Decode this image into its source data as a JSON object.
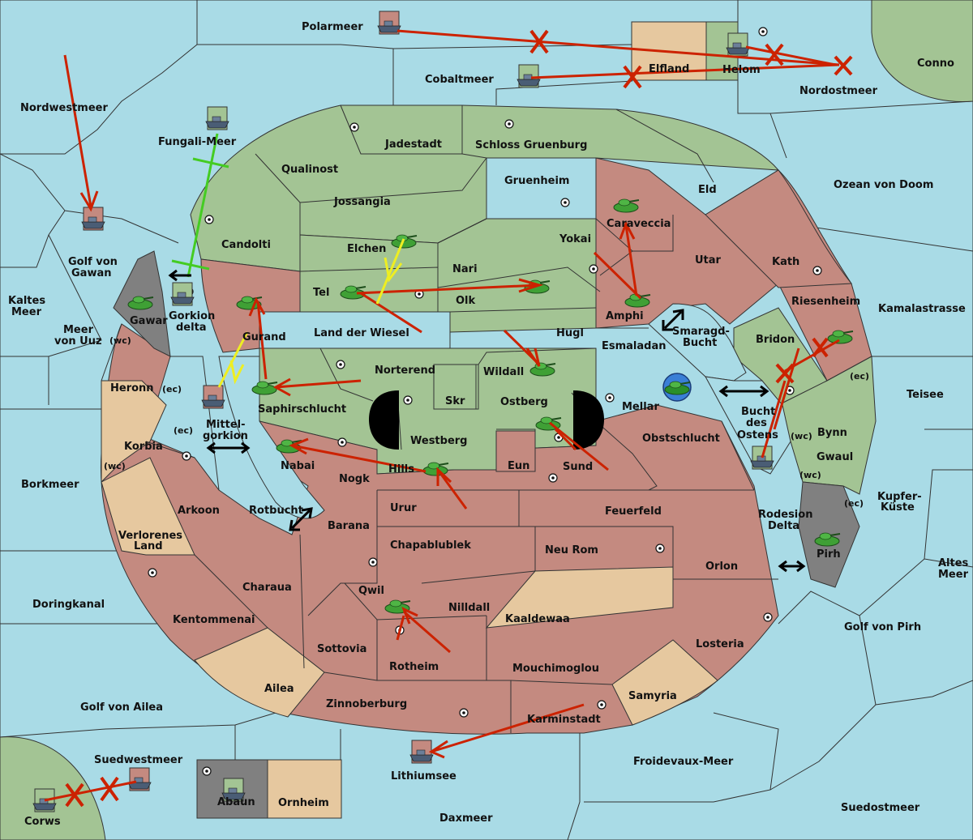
{
  "colors": {
    "sea": "#a9dbe6",
    "green_power": "#a3c494",
    "red_power": "#c48a80",
    "neutral": "#e6c89f",
    "impassable": "#808080",
    "order_move": "#cc2200",
    "order_support_green": "#44cc22",
    "order_support_yellow": "#eeee22"
  },
  "provinces": {
    "polarmeer": "Polarmeer",
    "cobaltmeer": "Cobaltmeer",
    "elfland": "Elfland",
    "helom": "Helom",
    "nordostmeer": "Nordostmeer",
    "conno": "Conno",
    "nordwestmeer": "Nordwestmeer",
    "fungali_meer": "Fungali-Meer",
    "jadestadt": "Jadestadt",
    "schloss_gruenburg": "Schloss Gruenburg",
    "qualinost": "Qualinost",
    "gruenheim": "Gruenheim",
    "eld": "Eld",
    "ozean_von_doom": "Ozean von Doom",
    "jossangia": "Jossangia",
    "caraveccia": "Caraveccia",
    "candolti": "Candolti",
    "elchen": "Elchen",
    "yokai": "Yokai",
    "utar": "Utar",
    "kath": "Kath",
    "golf_von_gawan_1": "Golf von",
    "golf_von_gawan_2": "Gawan",
    "nari": "Nari",
    "tel": "Tel",
    "olk": "Olk",
    "riesenheim": "Riesenheim",
    "kamalastrasse": "Kamalastrasse",
    "kaltes_meer_1": "Kaltes",
    "kaltes_meer_2": "Meer",
    "gawar": "Gawar",
    "gorkion_delta_1": "Gorkion",
    "gorkion_delta_2": "delta",
    "amphi": "Amphi",
    "meer_von_uuz_1": "Meer",
    "meer_von_uuz_2": "von Uuz",
    "gurand": "Gurand",
    "land_der_wiesel": "Land der Wiesel",
    "hugl": "Hugl",
    "smaragd_bucht_1": "Smaragd-",
    "smaragd_bucht_2": "Bucht",
    "bridon": "Bridon",
    "esmaladan": "Esmaladan",
    "norterend": "Norterend",
    "wildall": "Wildall",
    "heronn": "Heronn",
    "teisee": "Teisee",
    "saphirschlucht": "Saphirschlucht",
    "skr": "Skr",
    "ostberg": "Ostberg",
    "mellar": "Mellar",
    "bucht_des_ostens_1": "Bucht",
    "bucht_des_ostens_2": "des",
    "bucht_des_ostens_3": "Ostens",
    "bynn": "Bynn",
    "mittelgorkion_1": "Mittel-",
    "mittelgorkion_2": "gorkion",
    "westberg": "Westberg",
    "obstschlucht": "Obstschlucht",
    "korbia": "Korbia",
    "nabai": "Nabai",
    "hills": "Hills",
    "eun": "Eun",
    "sund": "Sund",
    "gwaul": "Gwaul",
    "nogk": "Nogk",
    "borkmeer": "Borkmeer",
    "kupfer_kueste_1": "Kupfer-",
    "kupfer_kueste_2": "Küste",
    "arkoon": "Arkoon",
    "rotbucht": "Rotbucht",
    "urur": "Urur",
    "feuerfeld": "Feuerfeld",
    "rodesion_delta_1": "Rodesion",
    "rodesion_delta_2": "Delta",
    "barana": "Barana",
    "verlorenes_land_1": "Verlorenes",
    "verlorenes_land_2": "Land",
    "chapablublek": "Chapablublek",
    "neu_rom": "Neu Rom",
    "pirh": "Pirh",
    "altes_meer_1": "Altes",
    "altes_meer_2": "Meer",
    "charaua": "Charaua",
    "orlon": "Orlon",
    "qwil": "Qwil",
    "doringkanal": "Doringkanal",
    "nilldall": "Nilldall",
    "kentommenai": "Kentommenai",
    "kaaldewaa": "Kaaldewaa",
    "golf_von_pirh": "Golf von Pirh",
    "losteria": "Losteria",
    "sottovia": "Sottovia",
    "rotheim": "Rotheim",
    "mouchimoglou": "Mouchimoglou",
    "ailea": "Ailea",
    "samyria": "Samyria",
    "golf_von_ailea": "Golf von Ailea",
    "zinnoberburg": "Zinnoberburg",
    "karminstadt": "Karminstadt",
    "suedwestmeer": "Suedwestmeer",
    "froidevaux_meer": "Froidevaux-Meer",
    "lithiumsee": "Lithiumsee",
    "suedostmeer": "Suedostmeer",
    "abaun": "Abaun",
    "ornheim": "Ornheim",
    "daxmeer": "Daxmeer",
    "corws": "Corws"
  },
  "coast_tags": {
    "wc": "(wc)",
    "ec": "(ec)"
  },
  "units": [
    {
      "type": "fleet",
      "power": "red",
      "province": "Polarmeer"
    },
    {
      "type": "fleet",
      "power": "green",
      "province": "Cobaltmeer"
    },
    {
      "type": "fleet",
      "power": "green",
      "province": "Helom"
    },
    {
      "type": "fleet",
      "power": "red",
      "province": "Golf von Gawan"
    },
    {
      "type": "fleet",
      "power": "green",
      "province": "Fungali-Meer"
    },
    {
      "type": "fleet",
      "power": "green",
      "province": "Gorkion delta"
    },
    {
      "type": "fleet",
      "power": "red",
      "province": "Mittelgorkion"
    },
    {
      "type": "fleet",
      "power": "green",
      "province": "Bucht des Ostens"
    },
    {
      "type": "fleet",
      "power": "red",
      "province": "Lithiumsee"
    },
    {
      "type": "fleet",
      "power": "red",
      "province": "Suedwestmeer"
    },
    {
      "type": "fleet",
      "power": "green",
      "province": "Corws"
    },
    {
      "type": "fleet",
      "power": "green",
      "province": "Abaun"
    },
    {
      "type": "army",
      "power": "green",
      "province": "Elchen"
    },
    {
      "type": "army",
      "power": "green",
      "province": "Tel"
    },
    {
      "type": "army",
      "power": "green",
      "province": "Olk"
    },
    {
      "type": "army",
      "power": "green",
      "province": "Caraveccia"
    },
    {
      "type": "army",
      "power": "green",
      "province": "Amphi"
    },
    {
      "type": "army",
      "power": "green",
      "province": "Gurand"
    },
    {
      "type": "army",
      "power": "green",
      "province": "Gawar"
    },
    {
      "type": "army",
      "power": "green",
      "province": "Saphirschlucht"
    },
    {
      "type": "army",
      "power": "green",
      "province": "Nabai"
    },
    {
      "type": "army",
      "power": "green",
      "province": "Wildall"
    },
    {
      "type": "army",
      "power": "green",
      "province": "Sund"
    },
    {
      "type": "army",
      "power": "green",
      "province": "Hills"
    },
    {
      "type": "army",
      "power": "green",
      "province": "Qwil"
    },
    {
      "type": "army",
      "power": "green",
      "province": "Riesenheim"
    },
    {
      "type": "army",
      "power": "green",
      "province": "Pirh"
    },
    {
      "type": "army",
      "power": "blue",
      "province": "Mellar"
    }
  ]
}
